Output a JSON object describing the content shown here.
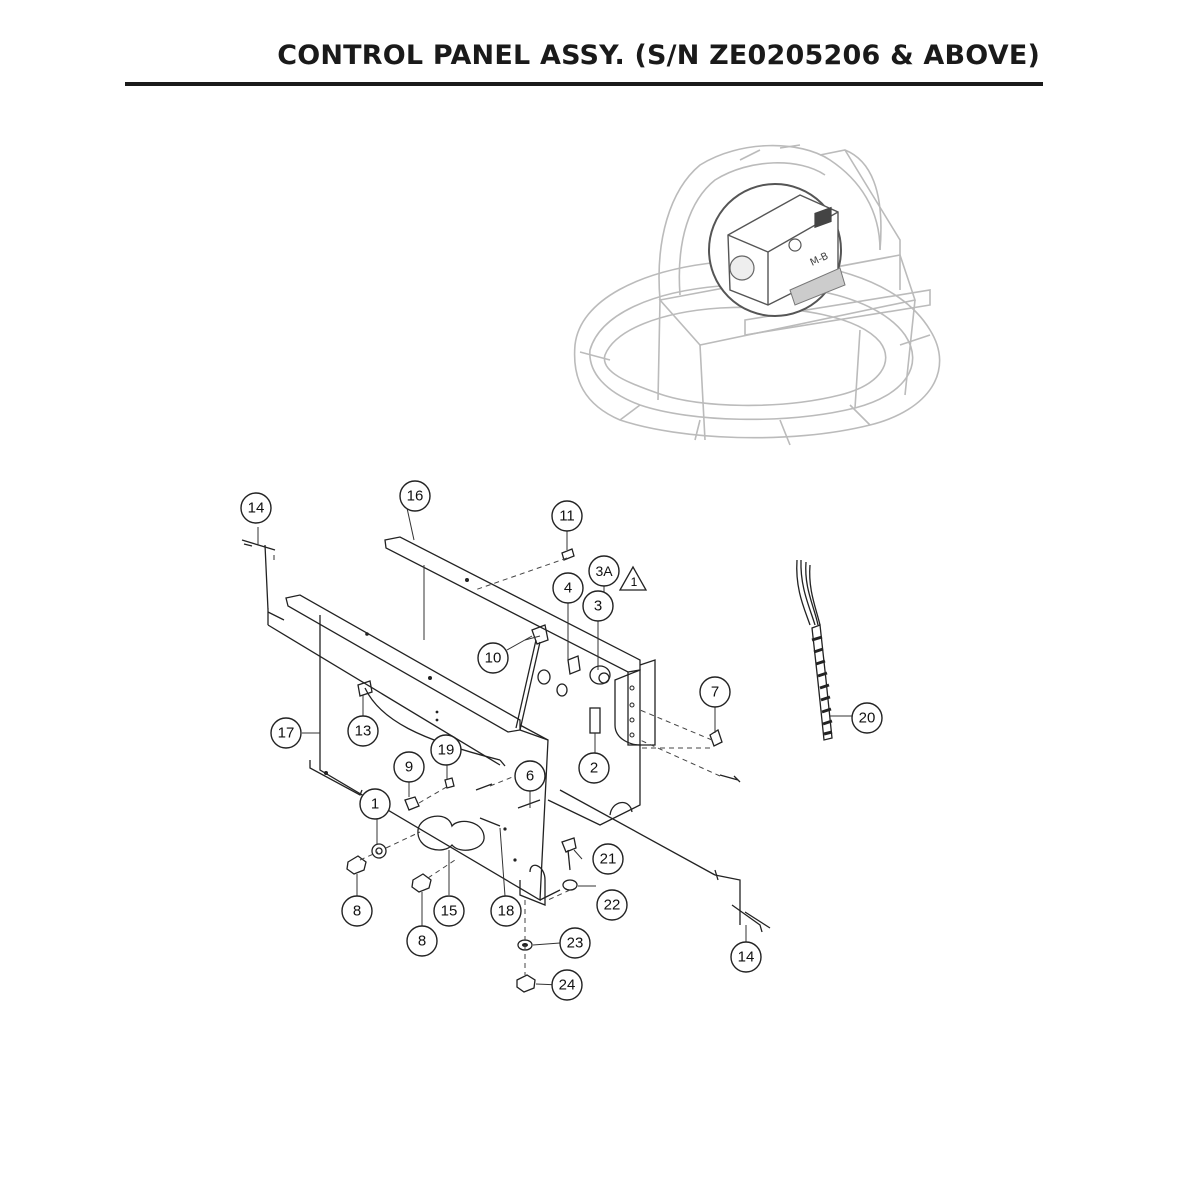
{
  "title": "CONTROL PANEL ASSY. (S/N ZE0205206 & ABOVE)",
  "note_flag": "1",
  "callouts": [
    {
      "id": "c14a",
      "label": "14"
    },
    {
      "id": "c16",
      "label": "16"
    },
    {
      "id": "c11",
      "label": "11"
    },
    {
      "id": "c3A",
      "label": "3A"
    },
    {
      "id": "c4",
      "label": "4"
    },
    {
      "id": "c3",
      "label": "3"
    },
    {
      "id": "c10",
      "label": "10"
    },
    {
      "id": "c7",
      "label": "7"
    },
    {
      "id": "c20",
      "label": "20"
    },
    {
      "id": "c17",
      "label": "17"
    },
    {
      "id": "c13",
      "label": "13"
    },
    {
      "id": "c19",
      "label": "19"
    },
    {
      "id": "c2",
      "label": "2"
    },
    {
      "id": "c9",
      "label": "9"
    },
    {
      "id": "c6",
      "label": "6"
    },
    {
      "id": "c1",
      "label": "1"
    },
    {
      "id": "c21",
      "label": "21"
    },
    {
      "id": "c22",
      "label": "22"
    },
    {
      "id": "c8a",
      "label": "8"
    },
    {
      "id": "c15",
      "label": "15"
    },
    {
      "id": "c18",
      "label": "18"
    },
    {
      "id": "c8b",
      "label": "8"
    },
    {
      "id": "c23",
      "label": "23"
    },
    {
      "id": "c14b",
      "label": "14"
    },
    {
      "id": "c24",
      "label": "24"
    }
  ]
}
